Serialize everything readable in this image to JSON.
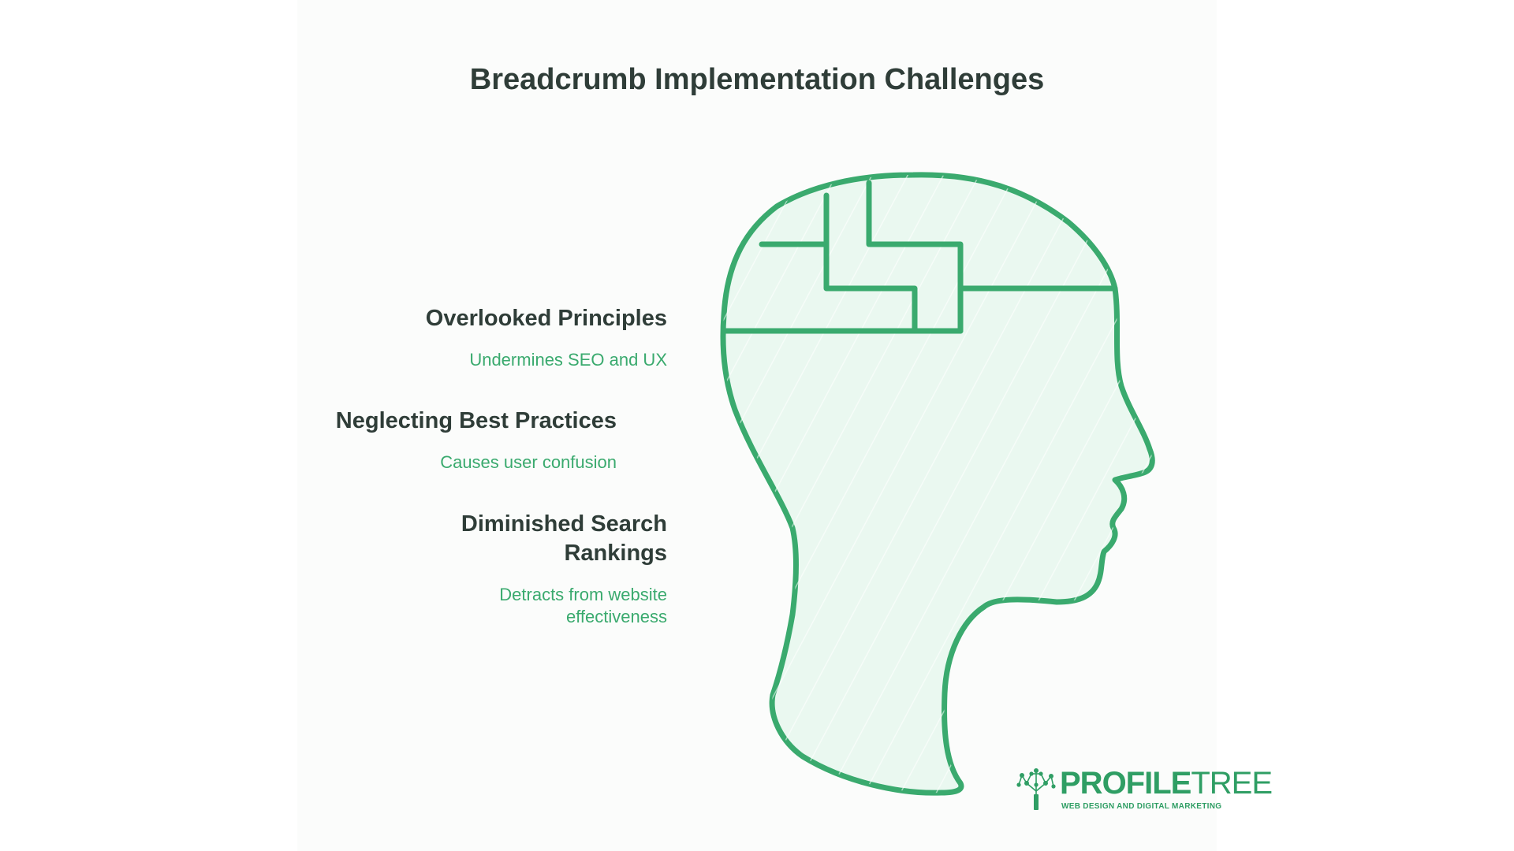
{
  "title": "Breadcrumb Implementation Challenges",
  "items": [
    {
      "heading": "Overlooked Principles",
      "description": "Undermines SEO and UX"
    },
    {
      "heading": "Neglecting Best Practices",
      "description": "Causes user confusion"
    },
    {
      "heading": "Diminished Search\nRankings",
      "description": "Detracts from website\neffectiveness"
    }
  ],
  "logo": {
    "word_bold": "PROFILE",
    "word_light": "TREE",
    "tagline": "WEB DESIGN AND DIGITAL MARKETING",
    "icon": "tree-network-icon"
  },
  "colors": {
    "accent": "#3aaa6e",
    "head_fill": "#eaf8f0",
    "text_dark": "#2f3d38",
    "logo_green": "#2f9e64"
  }
}
